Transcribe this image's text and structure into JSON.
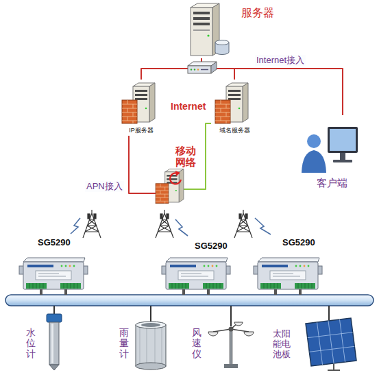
{
  "diagram": {
    "nodes": [
      {
        "text": [
          "服务器"
        ]
      },
      {
        "text": [
          "Internet"
        ]
      },
      {
        "text": [
          "IP服务器"
        ],
        "in": 1
      },
      {
        "text": [
          "域名服务器"
        ],
        "in": 1
      },
      {
        "text": [
          "移动网络"
        ]
      },
      {
        "text": [
          "客户端"
        ]
      },
      {
        "text": [
          "SG5290"
        ]
      },
      {
        "text": [
          "SG5290"
        ]
      },
      {
        "text": [
          "SG5290"
        ]
      },
      {
        "text": [
          "水位计"
        ]
      },
      {
        "text": [
          "雨量计"
        ]
      },
      {
        "text": [
          "风速仪"
        ]
      },
      {
        "text": [
          "太阳能电池板"
        ]
      }
    ],
    "edges": [
      {
        "from": 0,
        "to": 2,
        "arrow": "none"
      },
      {
        "from": 0,
        "to": 3,
        "arrow": "none"
      },
      {
        "from": 0,
        "to": 5,
        "label": "Internet接入",
        "arrow": "none"
      },
      {
        "from": 2,
        "to": 4,
        "label": "APN接入",
        "arrow": "none"
      },
      {
        "from": 3,
        "to": 4,
        "arrow": "none"
      }
    ]
  }
}
